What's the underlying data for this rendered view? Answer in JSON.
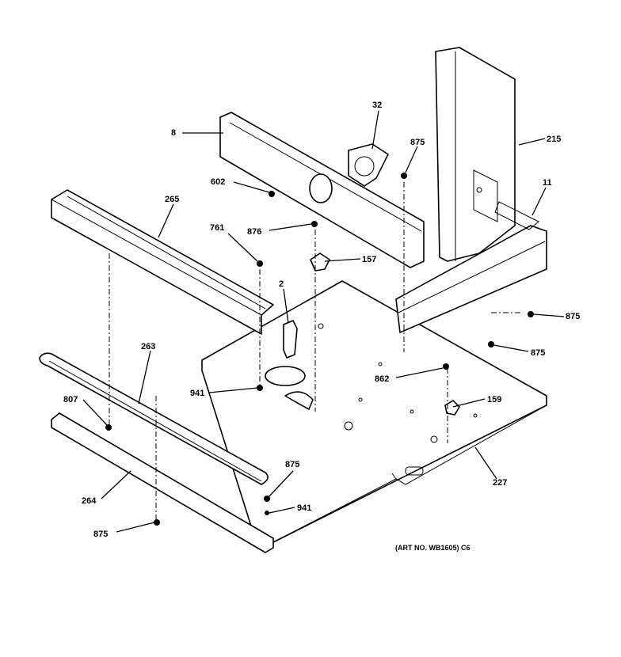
{
  "callouts": {
    "c8": "8",
    "c32": "32",
    "c875_top": "875",
    "c215": "215",
    "c602": "602",
    "c265": "265",
    "c11": "11",
    "c761": "761",
    "c876": "876",
    "c157": "157",
    "c2": "2",
    "c875_right1": "875",
    "c875_right2": "875",
    "c263": "263",
    "c862": "862",
    "c941_mid": "941",
    "c807": "807",
    "c159": "159",
    "c875_low": "875",
    "c227": "227",
    "c941_low": "941",
    "c264": "264",
    "c875_bottom": "875"
  },
  "art_number": "(ART NO. WB1605) C6"
}
